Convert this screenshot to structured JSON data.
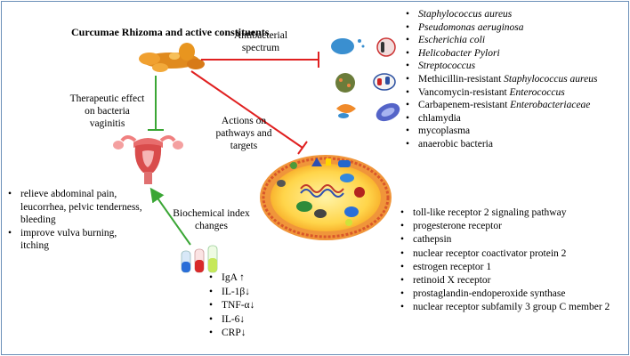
{
  "title": "Curcumae Rhizoma and active constituents",
  "labels": {
    "antibacterial": [
      "Antibacterial",
      "spectrum"
    ],
    "therapeutic": [
      "Therapeutic effect",
      "on bacteria",
      "vaginitis"
    ],
    "actions": [
      "Actions on",
      "pathways and",
      "targets"
    ],
    "biochemical": [
      "Biochemical index",
      "changes"
    ]
  },
  "bacteria": [
    {
      "pre": "",
      "it": "Staphylococcus aureus"
    },
    {
      "pre": "",
      "it": "Pseudomonas aeruginosa"
    },
    {
      "pre": "",
      "it": "Escherichia coli"
    },
    {
      "pre": "",
      "it": "Helicobacter Pylori"
    },
    {
      "pre": "",
      "it": "Streptococcus"
    },
    {
      "pre": "Methicillin-resistant ",
      "it": "Staphylococcus aureus"
    },
    {
      "pre": "Vancomycin-resistant ",
      "it": "Enterococcus"
    },
    {
      "pre": "Carbapenem-resistant ",
      "it": "Enterobacteriaceae"
    },
    {
      "pre": "chlamydia",
      "it": ""
    },
    {
      "pre": "mycoplasma",
      "it": ""
    },
    {
      "pre": "anaerobic bacteria",
      "it": ""
    }
  ],
  "symptoms": [
    [
      "relieve abdominal pain,",
      "leucorrhea, pelvic tenderness,",
      "bleeding"
    ],
    [
      "improve vulva burning,",
      "itching"
    ]
  ],
  "biomarkers": [
    "IgA ↑",
    "IL-1β↓",
    "TNF-α↓",
    "IL-6↓",
    "CRP↓"
  ],
  "targets": [
    "toll-like receptor 2 signaling pathway",
    "progesterone receptor",
    "cathepsin",
    "nuclear receptor coactivator protein 2",
    "estrogen receptor 1",
    "retinoid X receptor",
    "prostaglandin-endoperoxide synthase",
    "nuclear receptor subfamily 3 group C member 2"
  ],
  "colors": {
    "inhibit_red": "#e02020",
    "inhibit_green": "#3aa635",
    "frame": "#6b8fb8"
  }
}
